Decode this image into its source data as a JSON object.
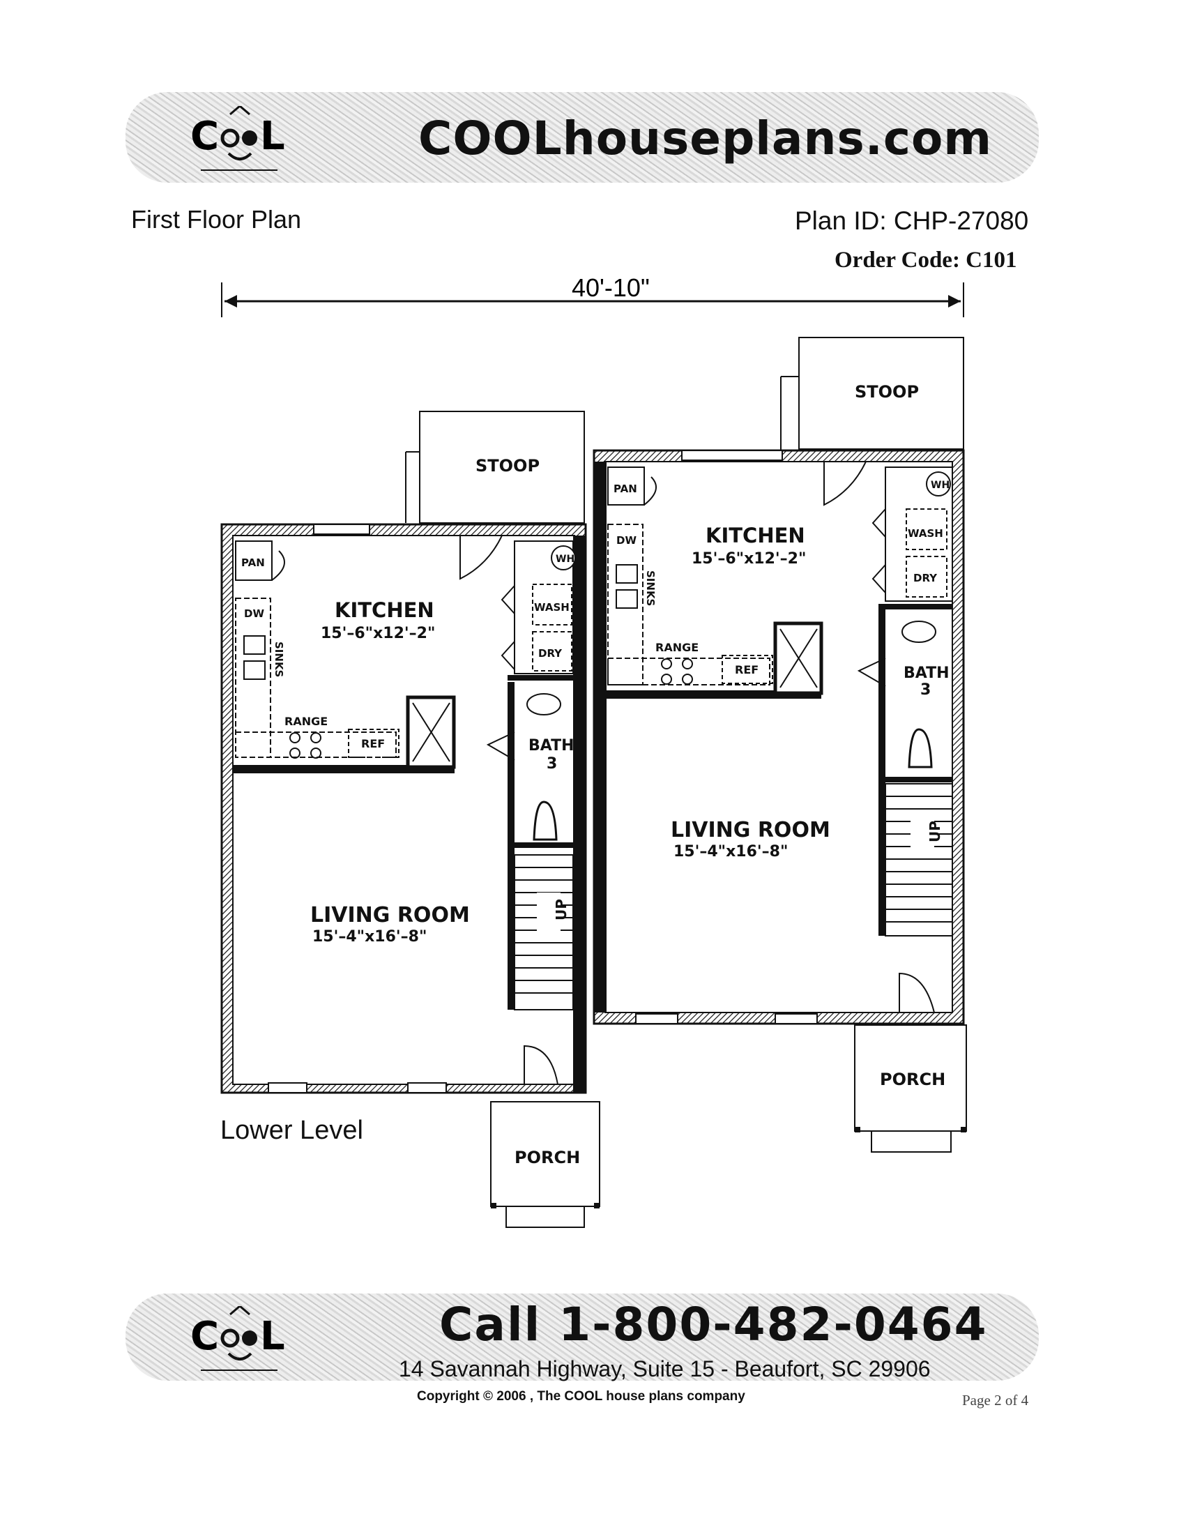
{
  "header": {
    "brand_logo": "COOL",
    "site": "COOLhouseplans.com"
  },
  "plan": {
    "title": "First Floor Plan",
    "plan_id": "Plan ID: CHP-27080",
    "order_code": "Order Code: C101",
    "width_dimension": "40'-10\"",
    "level_label": "Lower Level"
  },
  "units": [
    {
      "stoop": "STOOP",
      "kitchen": "KITCHEN",
      "kitchen_size": "15'–6\"x12'–2\"",
      "pan": "PAN",
      "dw": "DW",
      "sinks": "SINKS",
      "range": "RANGE",
      "ref": "REF",
      "wh": "WH",
      "wash": "WASH",
      "dry": "DRY",
      "bath": "BATH",
      "bath_num": "3",
      "living": "LIVING  ROOM",
      "living_size": "15'–4\"x16'–8\"",
      "up": "UP",
      "porch": "PORCH"
    },
    {
      "stoop": "STOOP",
      "kitchen": "KITCHEN",
      "kitchen_size": "15'–6\"x12'–2\"",
      "pan": "PAN",
      "dw": "DW",
      "sinks": "SINKS",
      "range": "RANGE",
      "ref": "REF",
      "wh": "WH",
      "wash": "WASH",
      "dry": "DRY",
      "bath": "BATH",
      "bath_num": "3",
      "living": "LIVING  ROOM",
      "living_size": "15'–4\"x16'–8\"",
      "up": "UP",
      "porch": "PORCH"
    }
  ],
  "footer": {
    "brand_logo": "COOL",
    "phone": "Call 1-800-482-0464",
    "address": "14 Savannah Highway, Suite 15 - Beaufort, SC 29906",
    "copyright": "Copyright © 2006 , The COOL house plans company",
    "page": "Page 2 of 4"
  }
}
